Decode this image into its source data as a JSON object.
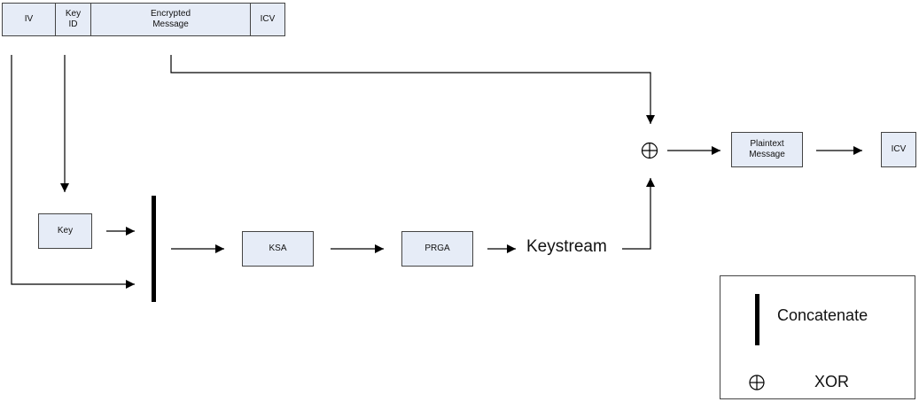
{
  "packet": {
    "iv": "IV",
    "key_id": "Key\nID",
    "encrypted_message": "Encrypted\nMessage",
    "icv": "ICV"
  },
  "blocks": {
    "key": "Key",
    "ksa": "KSA",
    "prga": "PRGA",
    "keystream": "Keystream",
    "plaintext_message": "Plaintext\nMessage",
    "output_icv": "ICV"
  },
  "legend": {
    "concatenate": "Concatenate",
    "xor": "XOR"
  },
  "colors": {
    "box_fill": "#e6ecf7",
    "stroke": "#000000"
  }
}
